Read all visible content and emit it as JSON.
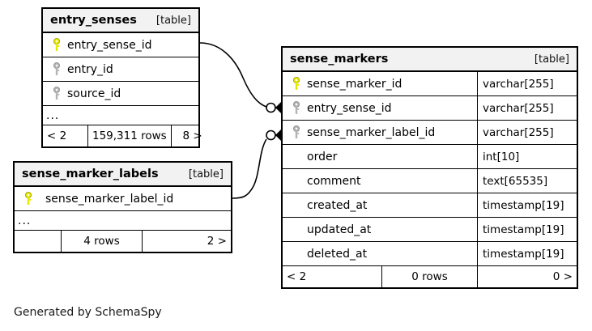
{
  "diagram": {
    "generator_note": "Generated by SchemaSpy",
    "table_kind_label": "[table]",
    "ellipsis": "...",
    "key_icon_primary": "key-icon-primary",
    "key_icon_foreign": "key-icon-foreign",
    "colors": {
      "primary_key": "#e8e800",
      "foreign_key": "#b3b3b3",
      "header_background": "#f2f2f2",
      "border": "#000000",
      "background": "#ffffff"
    }
  },
  "tables": [
    {
      "id": "entry_senses",
      "name": "entry_senses",
      "kind": "[table]",
      "columns": [
        {
          "name": "entry_sense_id",
          "key": "primary",
          "type": ""
        },
        {
          "name": "entry_id",
          "key": "foreign",
          "type": ""
        },
        {
          "name": "source_id",
          "key": "foreign",
          "type": ""
        }
      ],
      "has_ellipsis_row": true,
      "footer": {
        "left": "< 2",
        "center": "159,311 rows",
        "right": "8 >"
      }
    },
    {
      "id": "sense_marker_labels",
      "name": "sense_marker_labels",
      "kind": "[table]",
      "columns": [
        {
          "name": "sense_marker_label_id",
          "key": "primary",
          "type": ""
        }
      ],
      "has_ellipsis_row": true,
      "footer": {
        "left": "",
        "center": "4 rows",
        "right": "2 >"
      }
    },
    {
      "id": "sense_markers",
      "name": "sense_markers",
      "kind": "[table]",
      "columns": [
        {
          "name": "sense_marker_id",
          "key": "primary",
          "type": "varchar[255]"
        },
        {
          "name": "entry_sense_id",
          "key": "foreign",
          "type": "varchar[255]"
        },
        {
          "name": "sense_marker_label_id",
          "key": "foreign",
          "type": "varchar[255]"
        },
        {
          "name": "order",
          "key": "none",
          "type": "int[10]"
        },
        {
          "name": "comment",
          "key": "none",
          "type": "text[65535]"
        },
        {
          "name": "created_at",
          "key": "none",
          "type": "timestamp[19]"
        },
        {
          "name": "updated_at",
          "key": "none",
          "type": "timestamp[19]"
        },
        {
          "name": "deleted_at",
          "key": "none",
          "type": "timestamp[19]"
        }
      ],
      "has_ellipsis_row": false,
      "footer": {
        "left": "< 2",
        "center": "0 rows",
        "right": "0 >"
      }
    }
  ],
  "relationships": [
    {
      "id": "entry-senses-to-sense-markers",
      "from_table": "entry_senses",
      "from_column": "entry_sense_id",
      "to_table": "sense_markers",
      "to_column": "entry_sense_id",
      "from_cardinality": "one-optional",
      "to_cardinality": "many"
    },
    {
      "id": "sense-marker-labels-to-sense-markers",
      "from_table": "sense_marker_labels",
      "from_column": "sense_marker_label_id",
      "to_table": "sense_markers",
      "to_column": "sense_marker_label_id",
      "from_cardinality": "one-optional",
      "to_cardinality": "many"
    }
  ]
}
